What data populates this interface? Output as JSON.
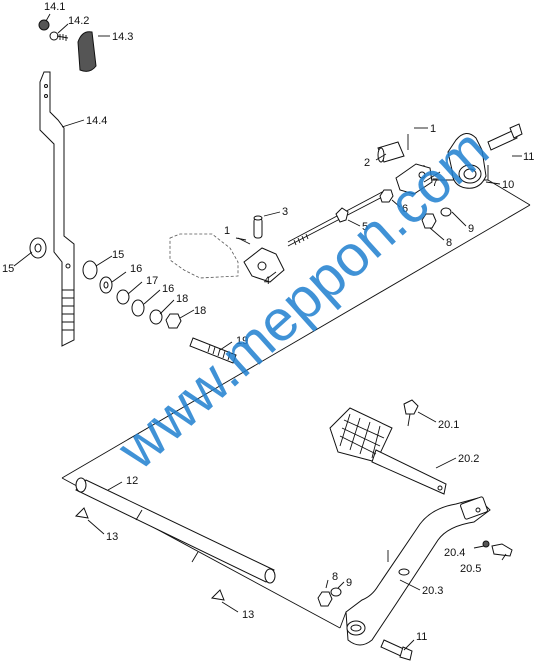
{
  "watermark": "www.meppon.com",
  "callouts": {
    "c14_1": "14.1",
    "c14_2": "14.2",
    "c14_3": "14.3",
    "c14_4": "14.4",
    "c1a": "1",
    "c2": "2",
    "c11a": "11",
    "c10": "10",
    "c7": "7",
    "c6": "6",
    "c3": "3",
    "c1b": "1",
    "c5": "5",
    "c9a": "9",
    "c8a": "8",
    "c4": "4",
    "c15a": "15",
    "c15b": "15",
    "c16a": "16",
    "c17": "17",
    "c16b": "16",
    "c18a": "18",
    "c18b": "18",
    "c19": "19",
    "c20_1": "20.1",
    "c20_2": "20.2",
    "c12": "12",
    "c13a": "13",
    "c13b": "13",
    "c20_4": "20.4",
    "c20_5": "20.5",
    "c8b": "8",
    "c9b": "9",
    "c20_3": "20.3",
    "c11b": "11"
  }
}
